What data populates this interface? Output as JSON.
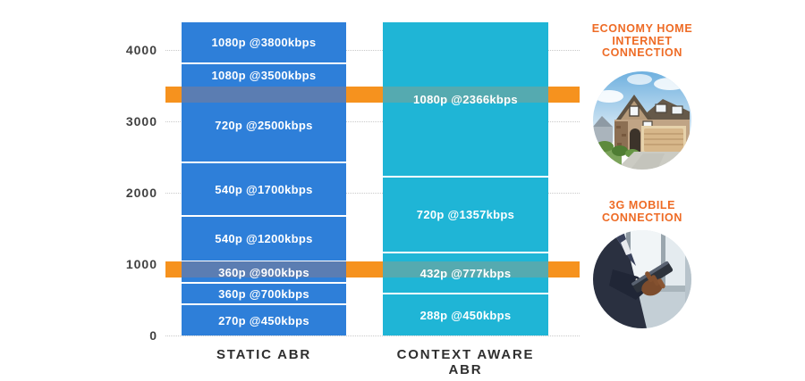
{
  "chart_data": {
    "type": "bar",
    "title": "",
    "xlabel": "",
    "ylabel": "",
    "yticks": [
      0,
      1000,
      2000,
      3000,
      4000
    ],
    "ylim": [
      0,
      4390
    ],
    "grid": "horizontal dotted",
    "legend_position": "none",
    "categories": [
      "STATIC ABR",
      "CONTEXT AWARE ABR"
    ],
    "series": [
      {
        "name": "STATIC ABR",
        "color": "#2E7FD9",
        "band_blend_color": "#5B7DB2",
        "segments": [
          {
            "label": "270p @450kbps",
            "resolution": "270p",
            "kbps": 450,
            "range": [
              0,
              450
            ]
          },
          {
            "label": "360p @700kbps",
            "resolution": "360p",
            "kbps": 700,
            "range": [
              450,
              750
            ]
          },
          {
            "label": "360p @900kbps",
            "resolution": "360p",
            "kbps": 900,
            "range": [
              750,
              1050
            ]
          },
          {
            "label": "540p @1200kbps",
            "resolution": "540p",
            "kbps": 1200,
            "range": [
              1050,
              1690
            ]
          },
          {
            "label": "540p @1700kbps",
            "resolution": "540p",
            "kbps": 1700,
            "range": [
              1690,
              2440
            ]
          },
          {
            "label": "720p @2500kbps",
            "resolution": "720p",
            "kbps": 2500,
            "range": [
              2440,
              3490
            ]
          },
          {
            "label": "1080p @3500kbps",
            "resolution": "1080p",
            "kbps": 3500,
            "range": [
              3490,
              3830
            ]
          },
          {
            "label": "1080p @3800kbps",
            "resolution": "1080p",
            "kbps": 3800,
            "range": [
              3830,
              4390
            ]
          }
        ]
      },
      {
        "name": "CONTEXT AWARE ABR",
        "color": "#1FB5D6",
        "band_blend_color": "#55AAB0",
        "segments": [
          {
            "label": "288p @450kbps",
            "resolution": "288p",
            "kbps": 450,
            "range": [
              0,
              600
            ]
          },
          {
            "label": "432p @777kbps",
            "resolution": "432p",
            "kbps": 777,
            "range": [
              600,
              1175
            ]
          },
          {
            "label": "720p @1357kbps",
            "resolution": "720p",
            "kbps": 1357,
            "range": [
              1175,
              2240
            ]
          },
          {
            "label": "1080p @2366kbps",
            "resolution": "1080p",
            "kbps": 2366,
            "range": [
              2240,
              4390
            ]
          }
        ]
      }
    ],
    "thresholds": [
      {
        "name": "ECONOMY HOME INTERNET CONNECTION",
        "range": [
          3260,
          3490
        ],
        "color": "#F6921E"
      },
      {
        "name": "3G MOBILE CONNECTION",
        "range": [
          810,
          1040
        ],
        "color": "#F6921E"
      }
    ]
  },
  "side_panel": {
    "economy": {
      "title": "ECONOMY HOME\nINTERNET\nCONNECTION",
      "image": "suburban-house-photo"
    },
    "mobile": {
      "title": "3G MOBILE\nCONNECTION",
      "image": "businessman-holding-smartphone-photo"
    }
  },
  "colors": {
    "bar_blue": "#2E7FD9",
    "bar_cyan": "#1FB5D6",
    "threshold_orange": "#F6921E",
    "annotation_orange": "#EE6B25",
    "tick_label": "#414141",
    "axis_label": "#2F2F2F",
    "gridline": "#C9C9C9",
    "segment_text": "#FFFFFF",
    "background": "#FFFFFF"
  }
}
